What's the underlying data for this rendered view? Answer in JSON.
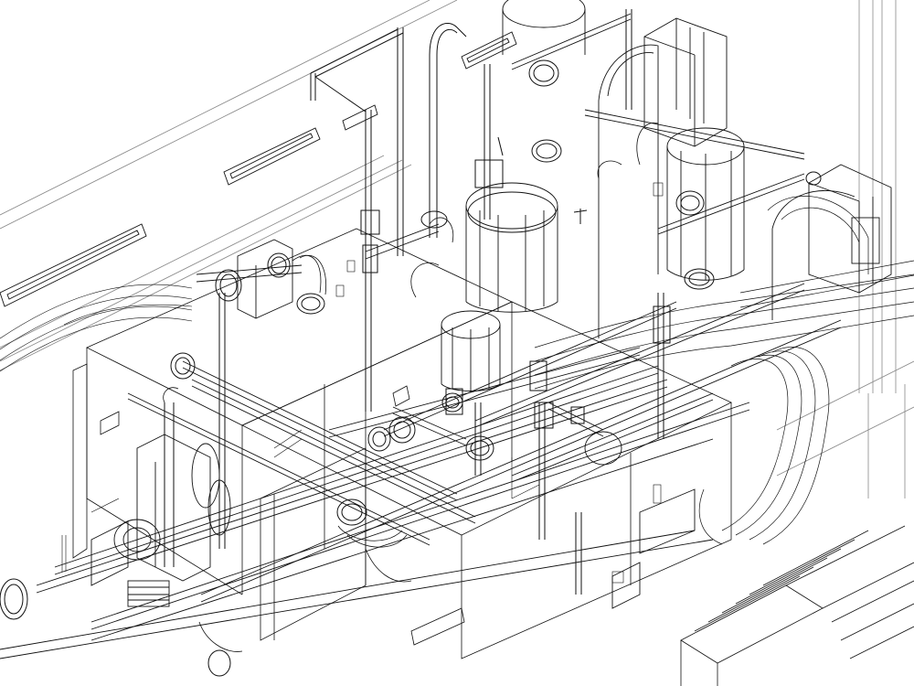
{
  "drawing": {
    "style": "isometric wireframe",
    "stroke_color": "#111111",
    "light_stroke_color": "#8a8a8a",
    "background_color": "#ffffff",
    "components": [
      "pipe-run",
      "pipe-flange",
      "pipe-elbow",
      "valve",
      "storage-tank",
      "pump-housing",
      "cable-tray",
      "ventilation-duct",
      "equipment-cabinet",
      "staircase",
      "ceiling-light-fixture"
    ]
  }
}
